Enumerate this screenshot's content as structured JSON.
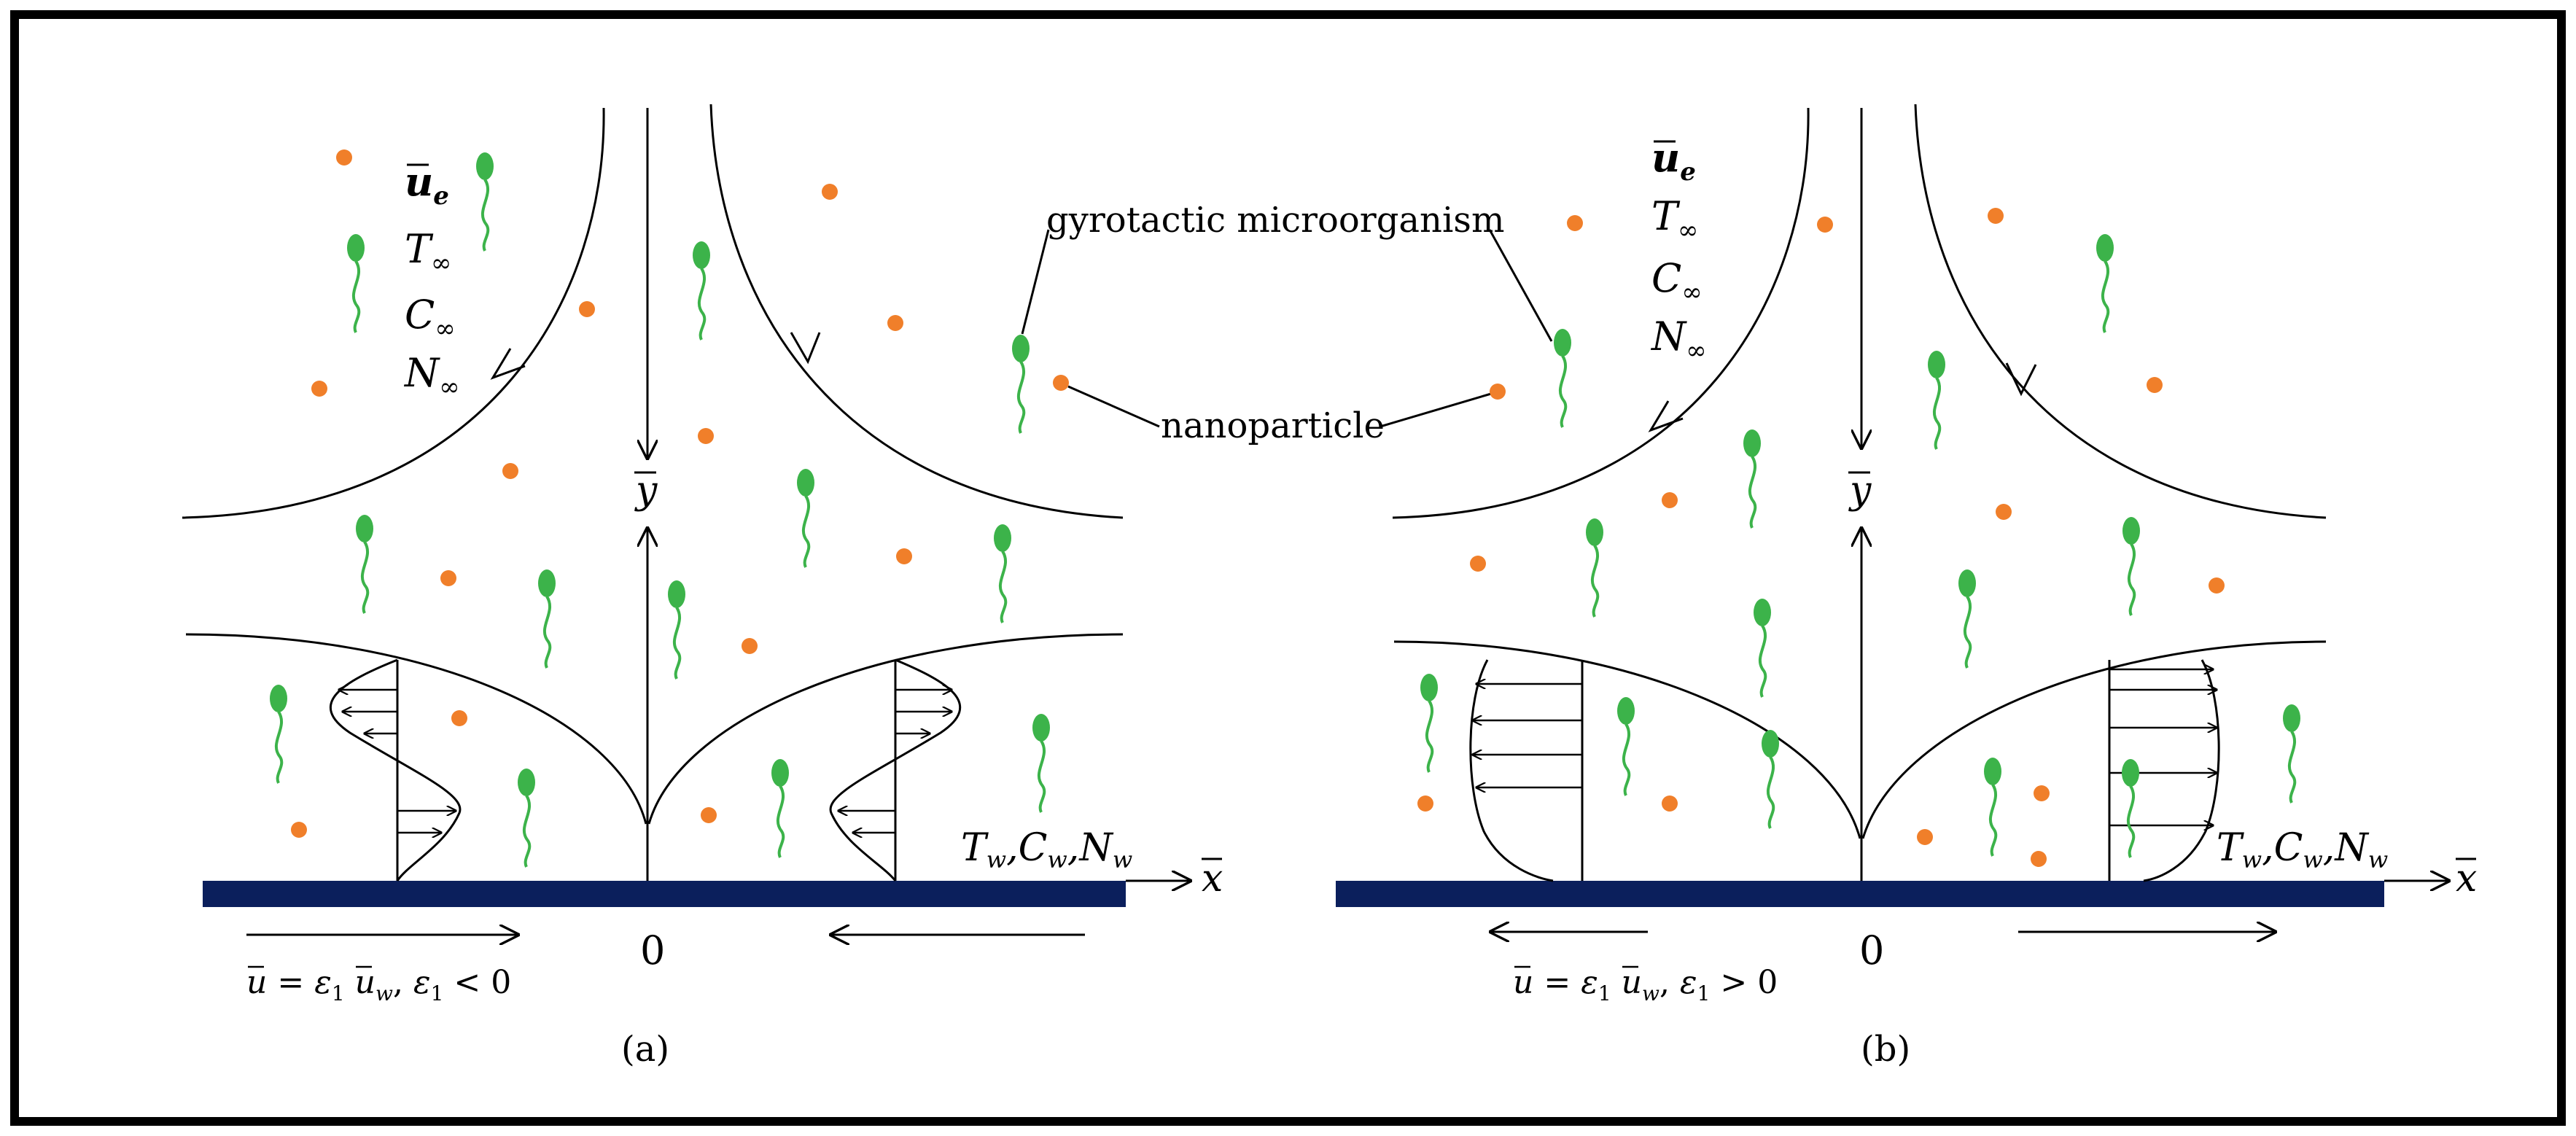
{
  "labels": {
    "gyrotactic": "gyrotactic microorganism",
    "nanoparticle": "nanoparticle",
    "panel_a": "(a)",
    "panel_b": "(b)",
    "origin_a": "0",
    "origin_b": "0",
    "y_axis": "y",
    "x_axis": "x"
  },
  "ambient": {
    "u_main": "u",
    "u_sub": "e",
    "T_main": "T",
    "T_sub": "∞",
    "C_main": "C",
    "C_sub": "∞",
    "N_main": "N",
    "N_sub": "∞"
  },
  "wall": {
    "T_main": "T",
    "T_sub": "w",
    "C_main": "C",
    "C_sub": "w",
    "N_main": "N",
    "N_sub": "w",
    "comma": ","
  },
  "condition": {
    "u": "u",
    "eq": " = ",
    "eps": "ε",
    "eps_sub": "1",
    "uw": "u",
    "uw_sub": "w",
    "comma": ", ",
    "lt": " < 0",
    "gt": " > 0"
  },
  "colors": {
    "plate": "#0b1f5c",
    "nanoparticle": "#f07f2a",
    "microorganism": "#3cb34a",
    "line": "#000000",
    "border": "#000000"
  }
}
